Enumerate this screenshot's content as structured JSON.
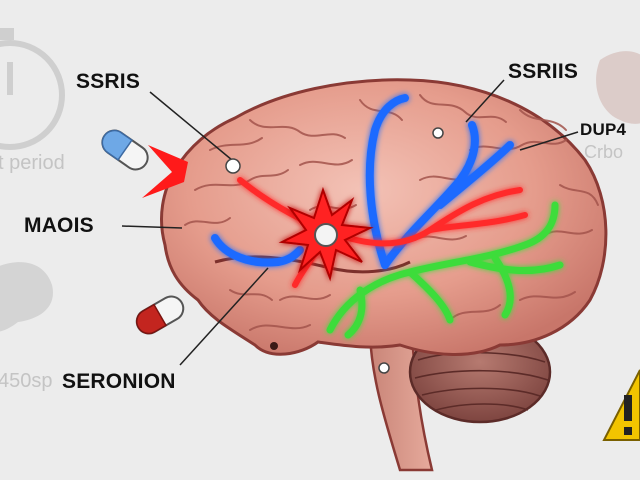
{
  "labels": {
    "ssris_left": "SSRIS",
    "ssriis_right": "SSRIIS",
    "dup4": "DUP4",
    "maois": "MAOIS",
    "seronion": "SERONION"
  },
  "background_text": {
    "period": "t period",
    "cyp": "450sp",
    "crbo": "Crbo"
  },
  "colors": {
    "background": "#ececec",
    "brain": "#e8a596",
    "brain_outline": "#8a3a35",
    "nerve_blue": "#1f6bff",
    "nerve_red": "#ff2a2a",
    "nerve_green": "#3ddc3a",
    "burst": "#ff2020",
    "warning": "#f2c400"
  }
}
